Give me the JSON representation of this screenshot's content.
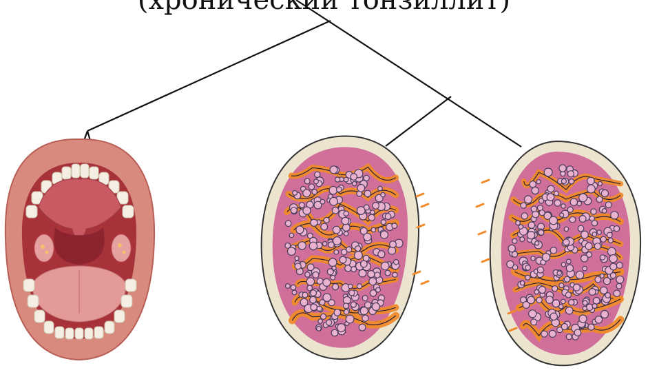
{
  "title": "(хронический тонзиллит)",
  "colors": {
    "background": "#ffffff",
    "leader_line": "#111111",
    "lip": "#d98a7f",
    "lip_dark": "#b85e55",
    "mouth_cavity": "#a8323a",
    "palate": "#c95a63",
    "tongue": "#e39a98",
    "teeth": "#f4efe2",
    "tonsil_capsule": "#ece4cf",
    "tonsil_tissue": "#cf6f9a",
    "follicle": "#4a3c5e",
    "crypt": "#f08a2a"
  },
  "icons": {
    "mouth": "open-mouth-illustration",
    "tonsil_left": "tonsil-section-illustration",
    "tonsil_right": "tonsil-section-illustration"
  }
}
